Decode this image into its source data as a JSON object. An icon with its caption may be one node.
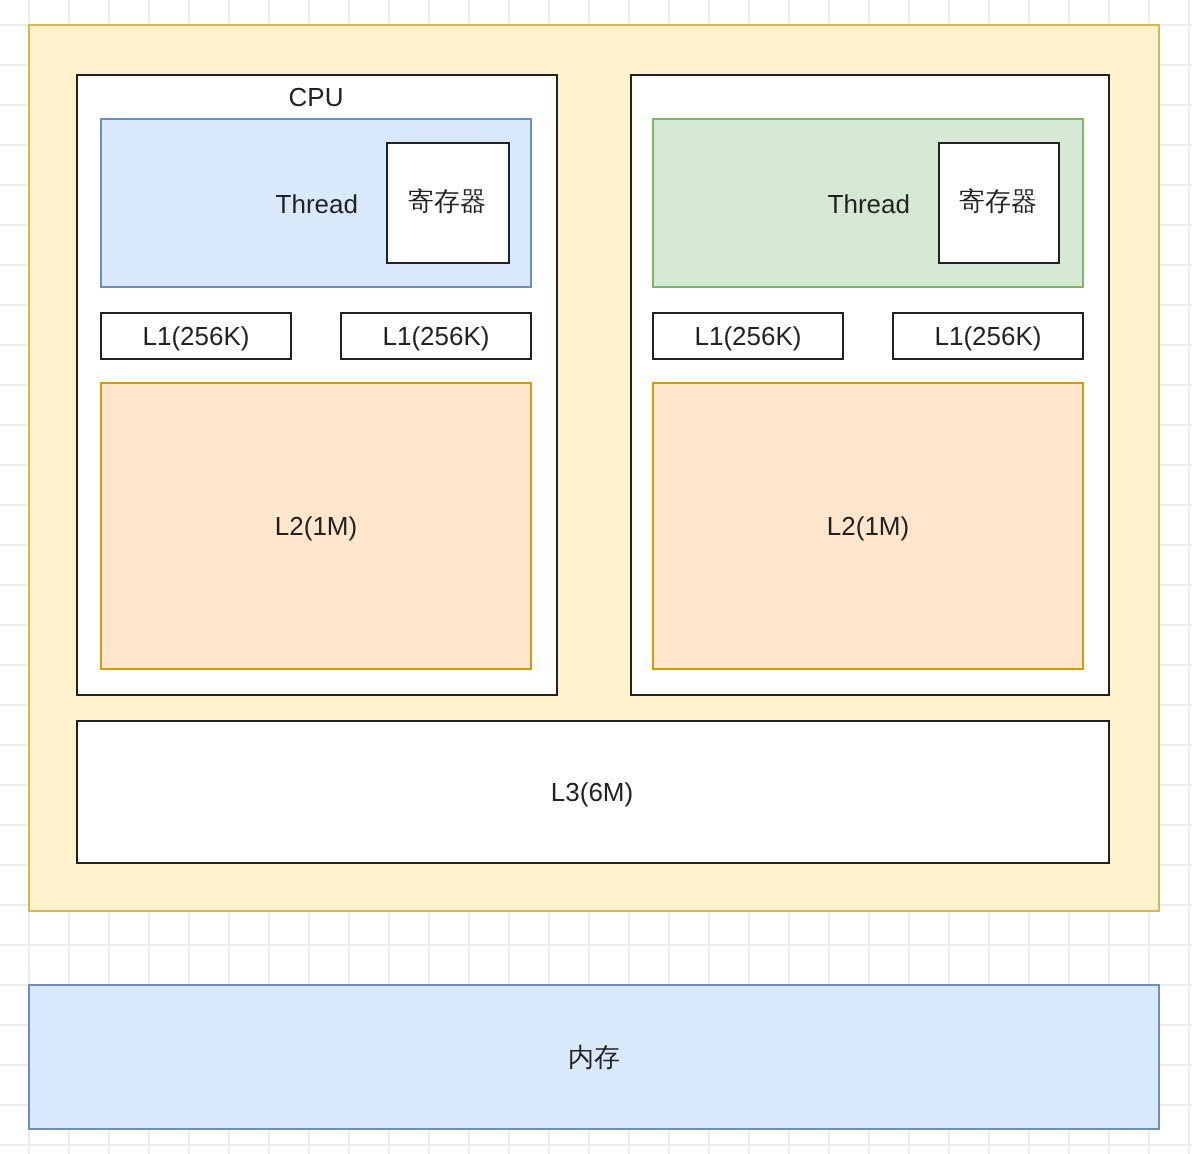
{
  "diagram": {
    "nodes": [
      {
        "text": [],
        "shape": "box"
      },
      {
        "text": [
          "CPU"
        ],
        "in": 0
      },
      {
        "text": [
          "Thread"
        ],
        "in": 1
      },
      {
        "text": [
          "寄存器"
        ],
        "in": 2
      },
      {
        "text": [
          "L1(256K)"
        ],
        "in": 1
      },
      {
        "text": [
          "L1(256K)"
        ],
        "in": 1
      },
      {
        "text": [
          "L2(1M)"
        ],
        "in": 1
      },
      {
        "text": [],
        "shape": "box",
        "in": 0
      },
      {
        "text": [
          "Thread"
        ],
        "in": 7
      },
      {
        "text": [
          "寄存器"
        ],
        "in": 8
      },
      {
        "text": [
          "L1(256K)"
        ],
        "in": 7
      },
      {
        "text": [
          "L1(256K)"
        ],
        "in": 7
      },
      {
        "text": [
          "L2(1M)"
        ],
        "in": 7
      },
      {
        "text": [
          "L3(6M)"
        ],
        "in": 0
      },
      {
        "text": [
          "内存"
        ]
      }
    ]
  }
}
